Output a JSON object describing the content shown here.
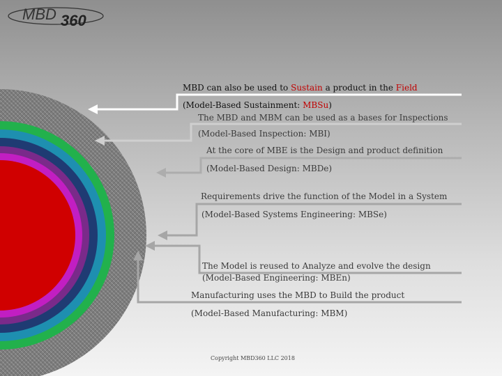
{
  "logo": {
    "brand": "MBD",
    "number": "360"
  },
  "statements": {
    "mbsu": {
      "pre": "MBD can also be used to ",
      "hl1": "Sustain",
      "mid": " a product in the ",
      "hl2": "Field",
      "label_pre": "(Model-Based Sustainment: ",
      "label_hl": "MBSu",
      "label_post": ")"
    },
    "mbi": {
      "line1": "The MBD and MBM can be used as a bases for Inspections",
      "line2": "(Model-Based Inspection:  MBI)"
    },
    "mbde": {
      "line1": "At the core of MBE is the Design and product definition",
      "line2": "(Model-Based Design:  MBDe)"
    },
    "mbse": {
      "line1": "Requirements drive the function of the Model in a System",
      "line2": "(Model-Based Systems Engineering:  MBSe)"
    },
    "mben": {
      "line1": "The Model is reused to Analyze and evolve the design",
      "line2": "(Model-Based Engineering:  MBEn)"
    },
    "mbm": {
      "line1": "Manufacturing uses the MBD to Build the product",
      "line2": "(Model-Based Manufacturing:  MBM)"
    }
  },
  "copyright": "Copyright MBD360 LLC 2018",
  "colors": {
    "highlight": "#c00000",
    "ring_silver": "#8a8a8a",
    "ring_green": "#22b14c",
    "ring_teal": "#1e8fb0",
    "ring_navy": "#1f3b73",
    "ring_purple": "#7a2a8a",
    "ring_magenta": "#c21ec2",
    "core_red": "#d00000"
  }
}
